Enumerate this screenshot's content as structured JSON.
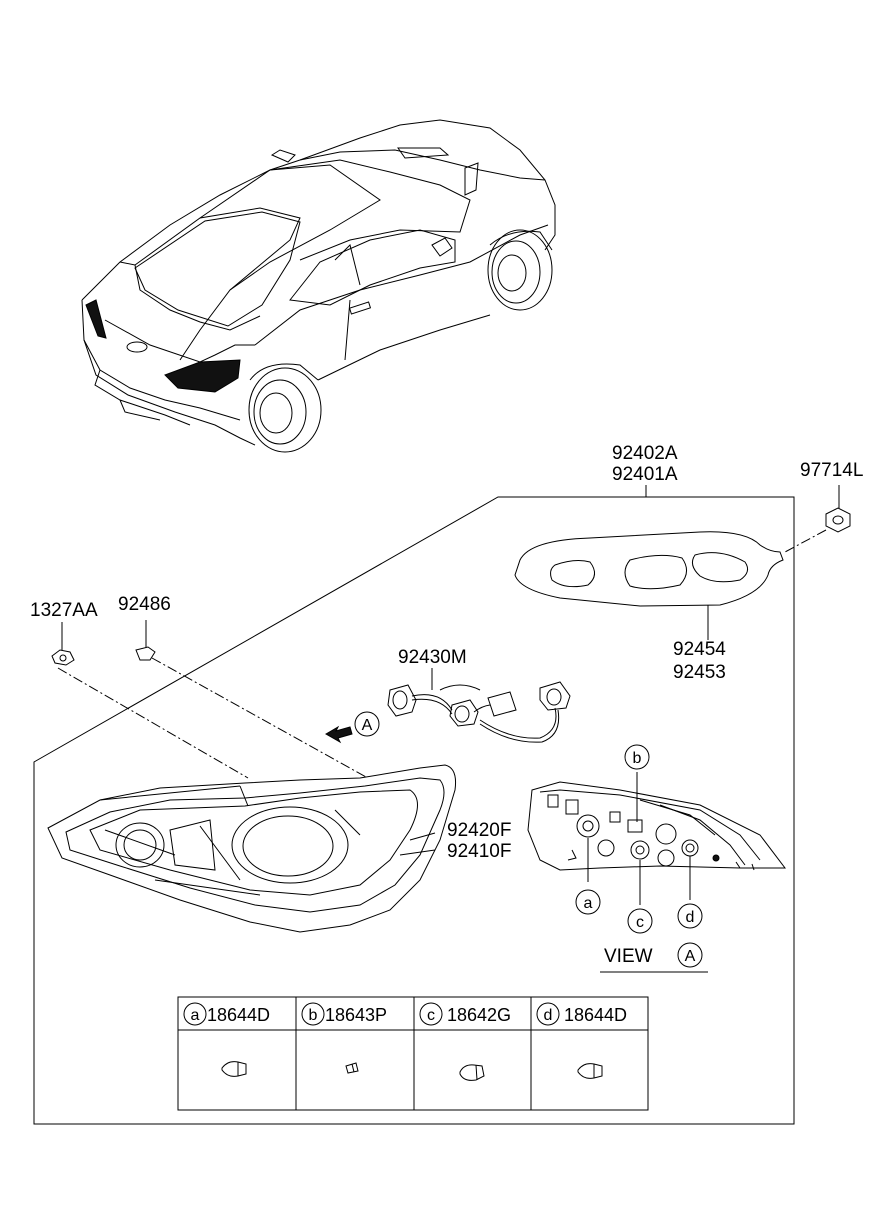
{
  "labels": {
    "housing": [
      "92402A",
      "92401A"
    ],
    "nut": "97714L",
    "screw": "1327AA",
    "clip": "92486",
    "gasket": [
      "92454",
      "92453"
    ],
    "wiring": "92430M",
    "lamp": [
      "92420F",
      "92410F"
    ]
  },
  "view": {
    "word": "VIEW",
    "letter": "A",
    "arrow_letter": "A"
  },
  "bulb_callouts": [
    "a",
    "b",
    "c",
    "d"
  ],
  "bulb_table": [
    {
      "letter": "a",
      "part": "18644D"
    },
    {
      "letter": "b",
      "part": "18643P"
    },
    {
      "letter": "c",
      "part": "18642G"
    },
    {
      "letter": "d",
      "part": "18644D"
    }
  ]
}
